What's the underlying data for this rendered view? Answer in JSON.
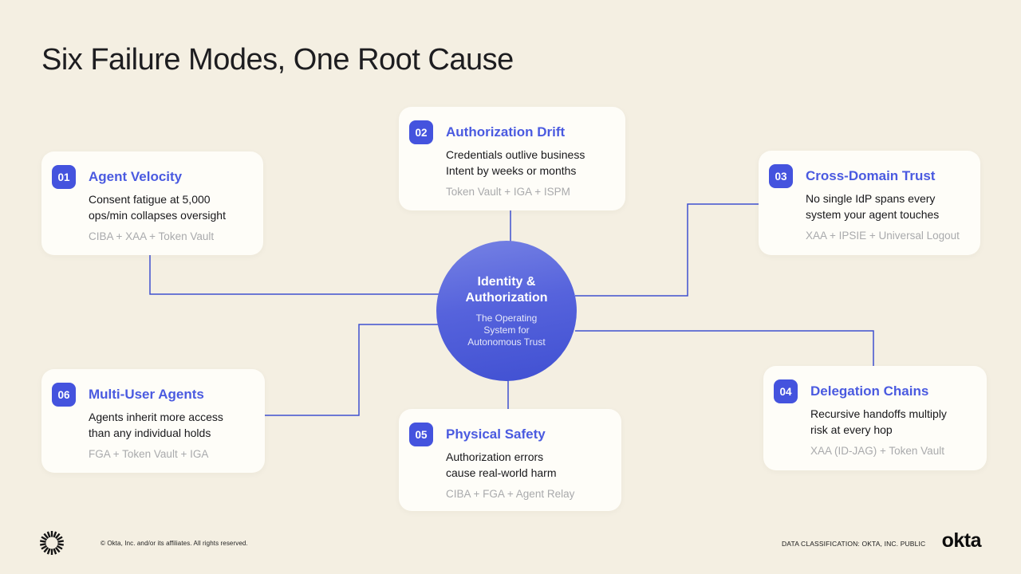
{
  "title": "Six Failure Modes, One Root Cause",
  "center": {
    "heading_lines": [
      "Identity &",
      "Authorization"
    ],
    "sub_lines": [
      "The Operating",
      "System for",
      "Autonomous Trust"
    ]
  },
  "cards": [
    {
      "number": "01",
      "title": "Agent Velocity",
      "body_lines": [
        "Consent fatigue at 5,000",
        "ops/min collapses oversight"
      ],
      "stack": "CIBA + XAA + Token Vault"
    },
    {
      "number": "02",
      "title": "Authorization Drift",
      "body_lines": [
        "Credentials outlive business",
        "Intent by weeks or months"
      ],
      "stack": "Token Vault + IGA + ISPM"
    },
    {
      "number": "03",
      "title": "Cross-Domain Trust",
      "body_lines": [
        "No single IdP spans every",
        "system your agent touches"
      ],
      "stack": "XAA + IPSIE + Universal Logout"
    },
    {
      "number": "04",
      "title": "Delegation Chains",
      "body_lines": [
        "Recursive handoffs multiply",
        "risk at every hop"
      ],
      "stack": "XAA (ID-JAG) + Token Vault"
    },
    {
      "number": "05",
      "title": "Physical Safety",
      "body_lines": [
        "Authorization errors",
        "cause real-world harm"
      ],
      "stack": "CIBA + FGA + Agent Relay"
    },
    {
      "number": "06",
      "title": "Multi-User Agents",
      "body_lines": [
        "Agents inherit more access",
        "than any individual holds"
      ],
      "stack": "FGA + Token Vault + IGA"
    }
  ],
  "footer": {
    "copyright": "© Okta, Inc. and/or its affiliates. All rights reserved.",
    "classification": "DATA CLASSIFICATION: OKTA, INC. PUBLIC",
    "wordmark": "okta"
  },
  "colors": {
    "background": "#f4efe2",
    "card_background": "#fefdf8",
    "accent_badge": "#4453de",
    "accent_title": "#4a5ae0",
    "connector_line": "#3e50d0",
    "circle_gradient_top": "#7682e4",
    "circle_gradient_bottom": "#4050d2",
    "stack_text": "#a9aaac",
    "heading_text": "#1d1d20"
  }
}
